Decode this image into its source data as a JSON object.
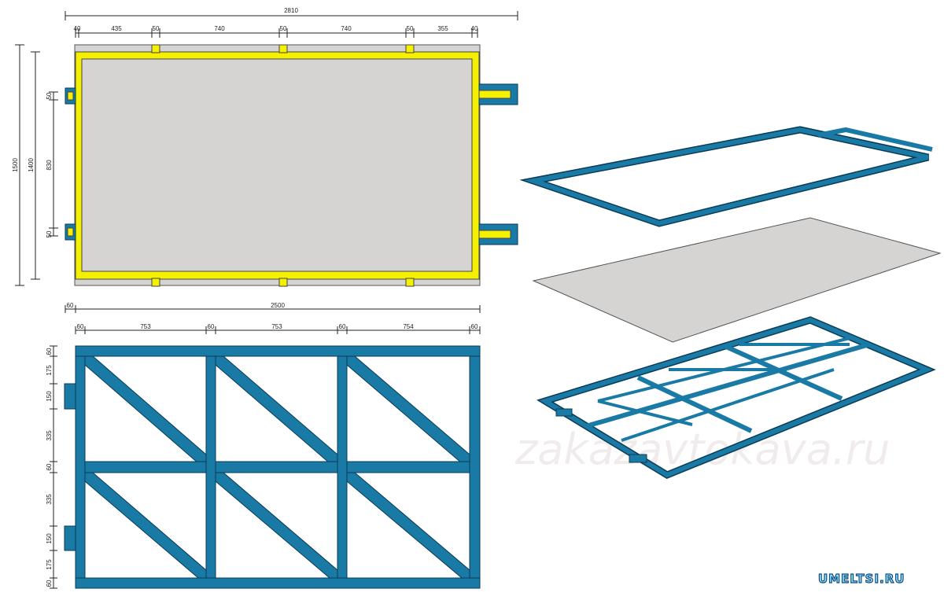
{
  "top_plan": {
    "overall_length": "2810",
    "length_segments": [
      "40",
      "435",
      "50",
      "740",
      "50",
      "740",
      "50",
      "355",
      "40"
    ],
    "overall_width": "1500",
    "inner_width": "1400",
    "side_segments": [
      "50",
      "830",
      "50"
    ]
  },
  "truss_plan": {
    "offset": "60",
    "overall_length": "2500",
    "length_segments": [
      "60",
      "753",
      "60",
      "753",
      "60",
      "754",
      "60"
    ],
    "side_segments": [
      "60",
      "175",
      "150",
      "335",
      "60",
      "335",
      "150",
      "175",
      "60"
    ]
  },
  "watermark": "zakazavtokava.ru",
  "logo": "UMELTSI.RU",
  "colors": {
    "steel": "#1a7aa6",
    "frame": "#f4f000",
    "sheet": "#d6d3d3"
  }
}
